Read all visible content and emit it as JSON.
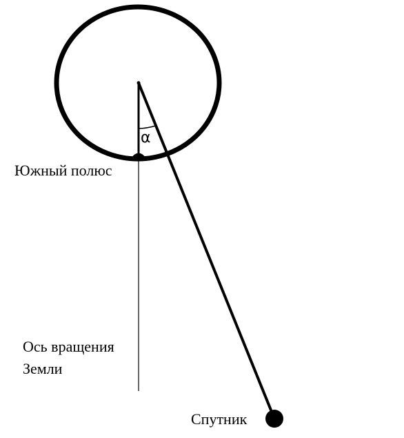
{
  "labels": {
    "alpha": "α",
    "south_pole": "Южный полюс",
    "axis_line1": "Ось вращения",
    "axis_line2": "Земли",
    "satellite": "Спутник"
  },
  "colors": {
    "stroke": "#000000",
    "background": "#ffffff"
  }
}
